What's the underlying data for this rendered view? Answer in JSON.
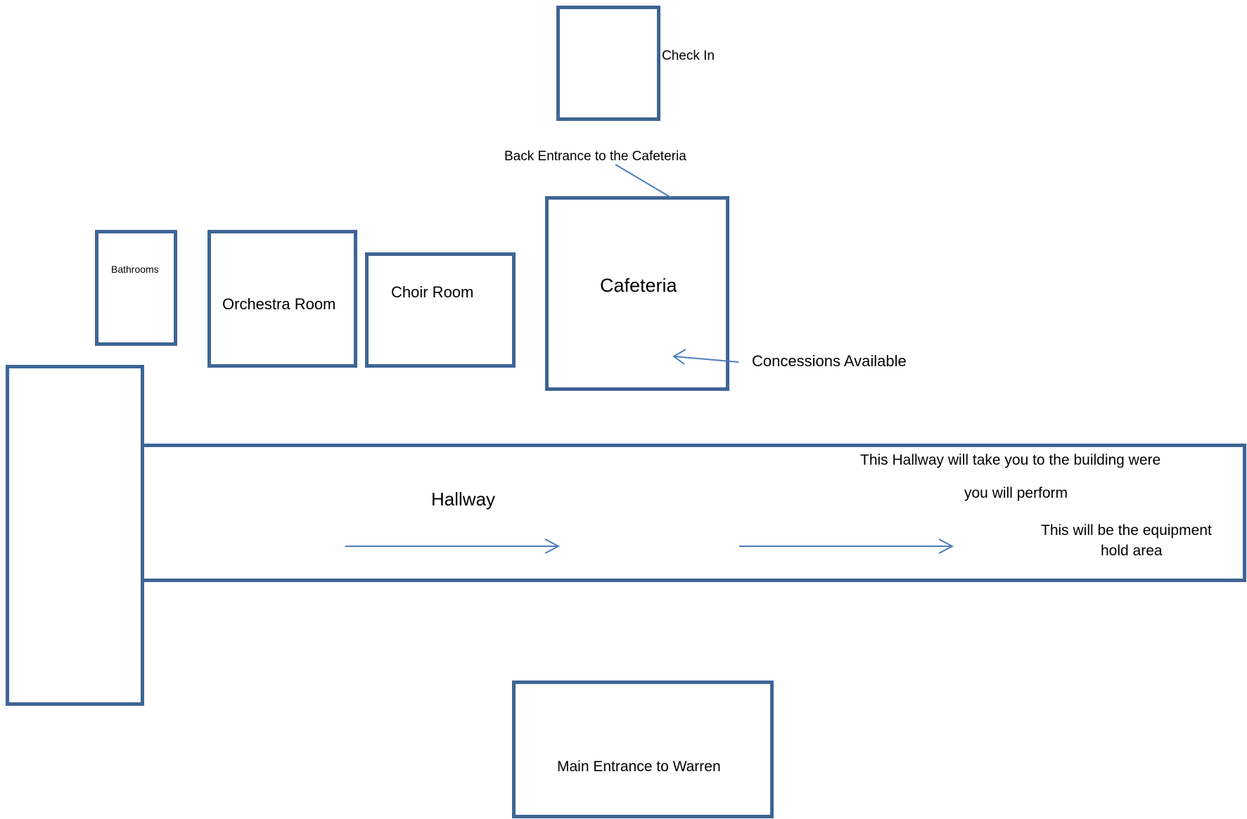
{
  "colors": {
    "outline": "#3e6595",
    "arrow": "#4a7ebb",
    "text": "#000000"
  },
  "rooms": {
    "check_in": "Check In",
    "back_entrance": "Back Entrance to the Cafeteria",
    "bathrooms": "Bathrooms",
    "orchestra_room": "Orchestra Room",
    "choir_room": "Choir Room",
    "cafeteria": "Cafeteria",
    "concessions": "Concessions Available",
    "hallway": "Hallway",
    "hallway_note_line1": "This Hallway will take you to the building were",
    "hallway_note_line2": "you will perform",
    "equipment_line1": "This will be the equipment",
    "equipment_line2": "hold area",
    "main_entrance": "Main Entrance to Warren"
  }
}
